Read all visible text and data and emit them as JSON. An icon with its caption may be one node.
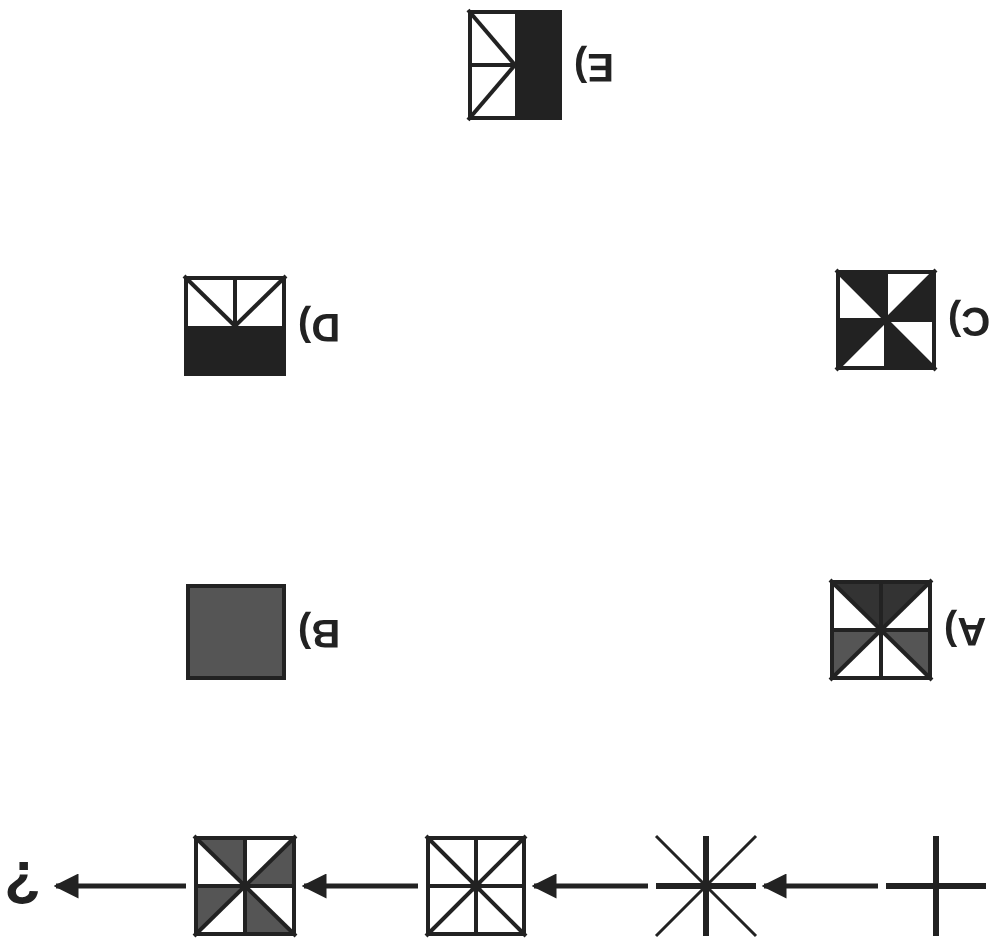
{
  "diagram": {
    "nodes": [
      {
        "text": [
          "?"
        ]
      },
      {
        "text": [],
        "shape": "box"
      },
      {
        "text": [],
        "shape": "box"
      },
      {
        "text": [],
        "shape": "picture"
      },
      {
        "text": [],
        "shape": "picture"
      },
      {
        "text": [],
        "shape": "box",
        "beside": [
          "E)"
        ]
      },
      {
        "text": [],
        "shape": "box",
        "beside": [
          "D)"
        ]
      },
      {
        "text": [],
        "shape": "box",
        "beside": [
          "C)"
        ]
      },
      {
        "text": [],
        "shape": "box",
        "beside": [
          "B)"
        ]
      },
      {
        "text": [],
        "shape": "box",
        "beside": [
          "A)"
        ]
      }
    ],
    "edges": [
      {
        "from": 4,
        "to": 3,
        "arrow": "to"
      },
      {
        "from": 3,
        "to": 2,
        "arrow": "to"
      },
      {
        "from": 2,
        "to": 1,
        "arrow": "to"
      },
      {
        "from": 1,
        "to": 0,
        "arrow": "to"
      }
    ]
  }
}
